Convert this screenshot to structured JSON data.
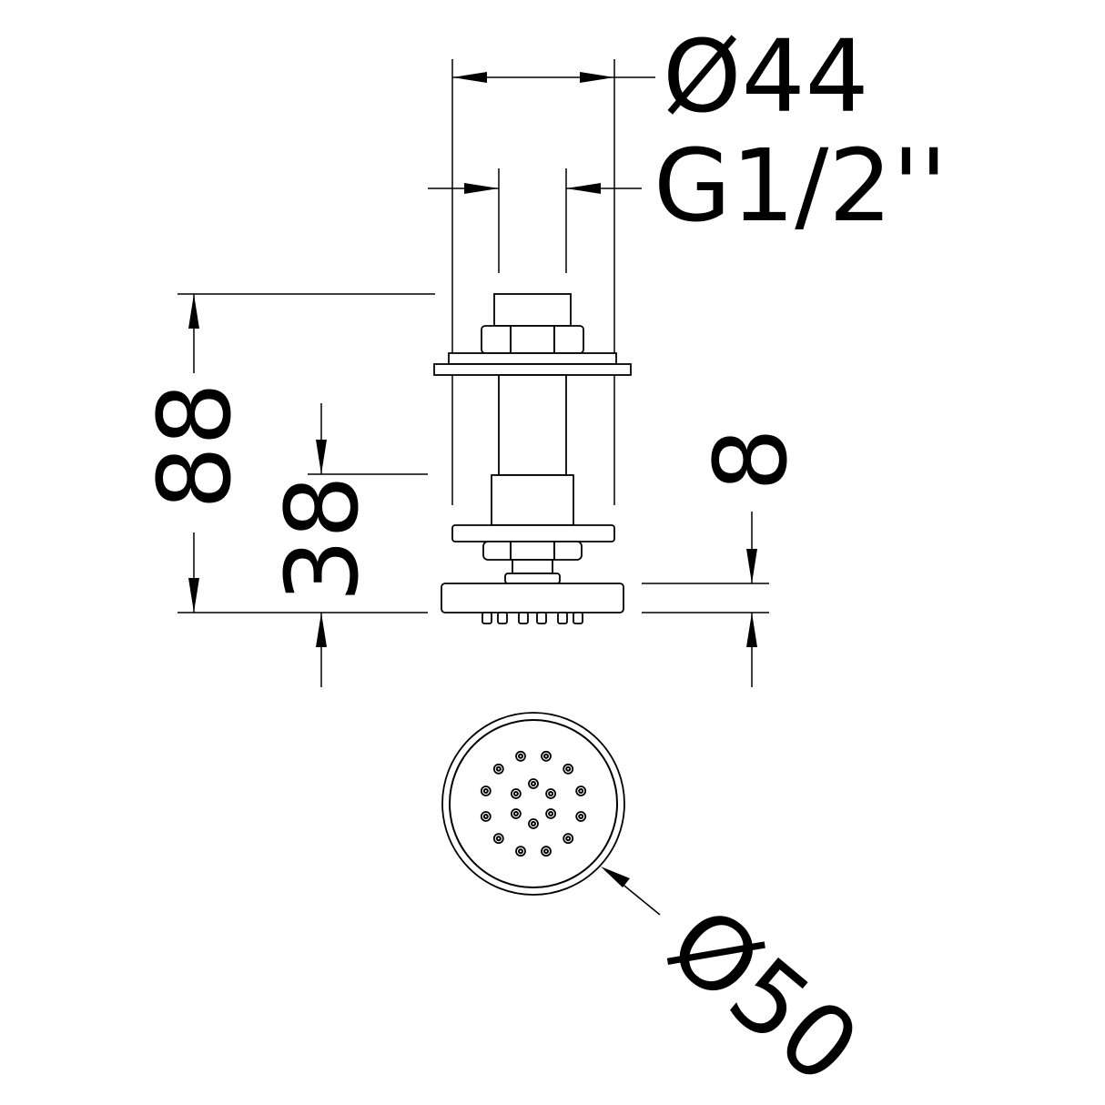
{
  "labels": {
    "outer_diameter": "Ø44",
    "thread": "G1/2''",
    "total_height": "88",
    "lower_height": "38",
    "head_height": "8",
    "face_diameter": "Ø50"
  },
  "spray_face": {
    "nozzle_count": 18
  }
}
